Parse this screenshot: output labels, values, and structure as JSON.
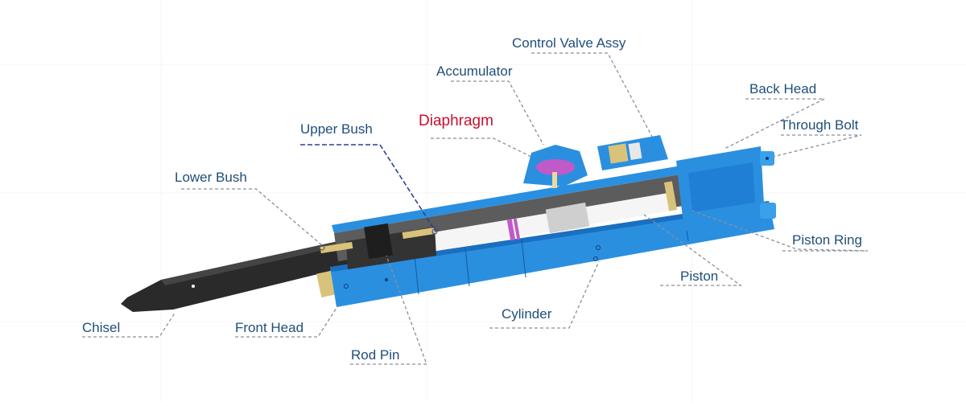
{
  "diagram": {
    "subject": "Hydraulic breaker cutaway",
    "colors": {
      "label_text": "#1f4e79",
      "highlight_label": "#c8102e",
      "body_blue": "#2b8fe0",
      "body_blue_dark": "#1a6fc0",
      "chisel": "#2a2a2a",
      "internal_gray": "#5c5c5c",
      "brass": "#d9c27a",
      "diaphragm": "#c05ac8",
      "leader_line": "#8a8f99",
      "upper_bush_leader": "#2a3f9a"
    },
    "labels": [
      {
        "id": "control-valve-assy",
        "text": "Control Valve Assy",
        "highlight": false
      },
      {
        "id": "accumulator",
        "text": "Accumulator",
        "highlight": false
      },
      {
        "id": "back-head",
        "text": "Back Head",
        "highlight": false
      },
      {
        "id": "diaphragm",
        "text": "Diaphragm",
        "highlight": true
      },
      {
        "id": "through-bolt",
        "text": "Through Bolt",
        "highlight": false
      },
      {
        "id": "upper-bush",
        "text": "Upper Bush",
        "highlight": false
      },
      {
        "id": "lower-bush",
        "text": "Lower Bush",
        "highlight": false
      },
      {
        "id": "piston-ring",
        "text": "Piston Ring",
        "highlight": false
      },
      {
        "id": "piston",
        "text": "Piston",
        "highlight": false
      },
      {
        "id": "cylinder",
        "text": "Cylinder",
        "highlight": false
      },
      {
        "id": "chisel",
        "text": "Chisel",
        "highlight": false
      },
      {
        "id": "front-head",
        "text": "Front Head",
        "highlight": false
      },
      {
        "id": "rod-pin",
        "text": "Rod Pin",
        "highlight": false
      }
    ]
  }
}
